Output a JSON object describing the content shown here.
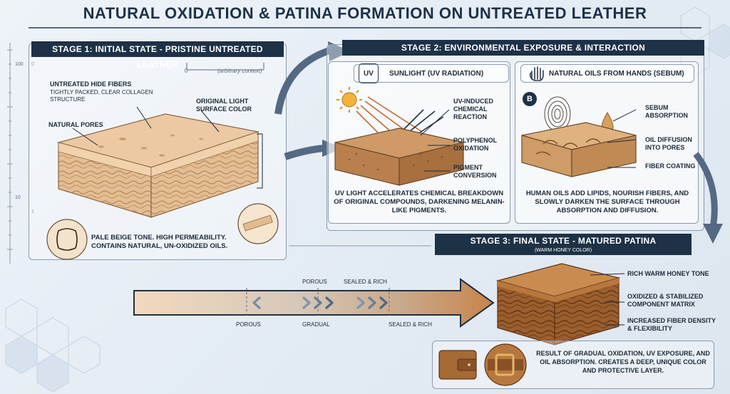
{
  "title": "NATURAL OXIDATION & PATINA FORMATION ON UNTREATED LEATHER",
  "stage1": {
    "banner": "STAGE 1: INITIAL STATE - PRISTINE UNTREATED LEATHER",
    "ruler_100": "100",
    "ruler_0": "0",
    "ruler_10": "10",
    "ruler_1": "1",
    "scale_0": "0",
    "scale_note": "(arbitrary context)",
    "label_fibers_title": "UNTREATED HIDE FIBERS",
    "label_fibers_body": "TIGHTLY PACKED, CLEAR COLLAGEN STRUCTURE",
    "label_color": "ORIGINAL LIGHT SURFACE COLOR",
    "label_pores": "NATURAL PORES",
    "caption": "PALE BEIGE TONE. HIGH PERMEABILITY. CONTAINS NATURAL, UN-OXIDIZED OILS."
  },
  "stage2": {
    "banner": "STAGE 2: ENVIRONMENTAL EXPOSURE & INTERACTION",
    "uv": {
      "icon": "UV",
      "title": "SUNLIGHT (UV RADIATION)",
      "label_reaction": "UV-INDUCED CHEMICAL REACTION",
      "label_oxidation": "POLYPHENOL OXIDATION",
      "label_pigment": "PIGMENT CONVERSION",
      "caption": "UV LIGHT ACCELERATES CHEMICAL BREAKDOWN OF ORIGINAL COMPOUNDS, DARKENING MELANIN-LIKE PIGMENTS."
    },
    "oils": {
      "title": "NATURAL OILS FROM HANDS (SEBUM)",
      "badge": "B",
      "label_absorption": "SEBUM ABSORPTION",
      "label_diffusion": "OIL DIFFUSION INTO PORES",
      "label_coating": "FIBER COATING",
      "caption": "HUMAN OILS ADD LIPIDS, NOURISH FIBERS, AND SLOWLY DARKEN THE SURFACE THROUGH ABSORPTION AND DIFFUSION."
    }
  },
  "stage3": {
    "banner": "STAGE 3: FINAL STATE - MATURED PATINA",
    "subtitle": "(WARM HONEY COLOR)",
    "label_tone": "RICH WARM HONEY TONE",
    "label_matrix": "OXIDIZED & STABILIZED COMPONENT MATRIX",
    "label_density": "INCREASED FIBER DENSITY & FLEXIBILITY",
    "caption": "RESULT OF GRADUAL OXIDATION, UV EXPOSURE, AND OIL ABSORPTION. CREATES A DEEP, UNIQUE COLOR AND PROTECTIVE LAYER."
  },
  "progress": {
    "top_porous": "POROUS",
    "top_sealed": "SEALED & RICH",
    "bottom_porous": "POROUS",
    "bottom_gradual": "GRADUAL",
    "bottom_sealed": "SEALED & RICH"
  },
  "colors": {
    "navy": "#1d3147",
    "pale_leather": "#e7c39c",
    "honey_leather": "#b7743f",
    "dark_leather": "#8a5128"
  }
}
